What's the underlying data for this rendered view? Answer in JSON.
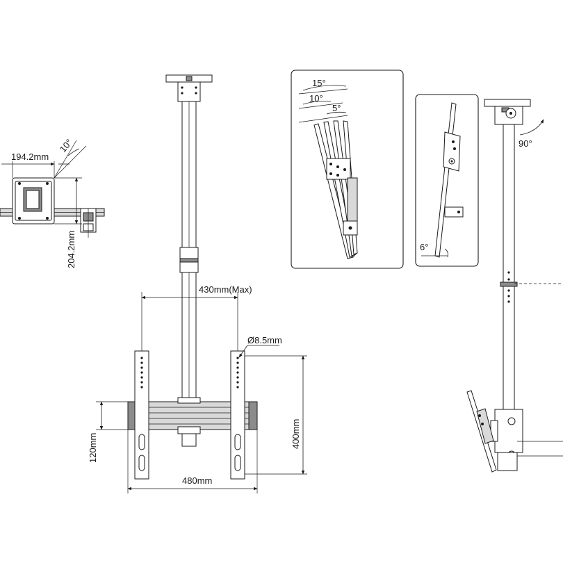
{
  "top_view": {
    "width_dim": "194.2mm",
    "depth_dim": "204.2mm",
    "rotation_angle": "10°"
  },
  "front_view": {
    "pole_extension": "430mm(Max)",
    "hole_diameter": "Ø8.5mm",
    "height_min": "120mm",
    "height_max": "400mm",
    "width": "480mm"
  },
  "tilt_detail": {
    "angle_large": "15°",
    "angle_mid": "10°",
    "angle_small": "5°"
  },
  "side_tilt_detail": {
    "angle": "6°"
  },
  "side_view": {
    "swivel_angle": "90°"
  }
}
